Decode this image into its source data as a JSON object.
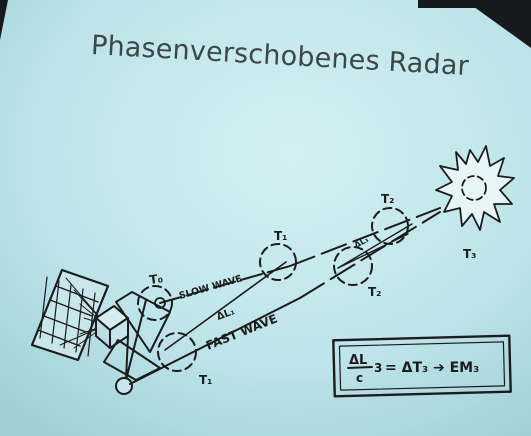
{
  "slide": {
    "title": "Phasenverschobenes Radar"
  },
  "diagram": {
    "labels": {
      "t0": "T₀",
      "t1_upper": "T₁",
      "t1_lower": "T₁",
      "t2_upper": "T₂",
      "t2_lower": "T₂",
      "t3": "T₃",
      "slow_wave": "SLOW WAVE",
      "fast_wave": "FAST WAVE",
      "delta_l1": "ΔL₁",
      "delta_l_target": "ΔL₃"
    },
    "formula": {
      "numerator": "ΔL",
      "denominator": "c",
      "subscript": "3",
      "rhs": "= ΔT₃ ➔ EM₃"
    }
  },
  "colors": {
    "slide_bg": "#bfe6ea",
    "ink": "#1c1c1c",
    "title": "#3c4747"
  }
}
